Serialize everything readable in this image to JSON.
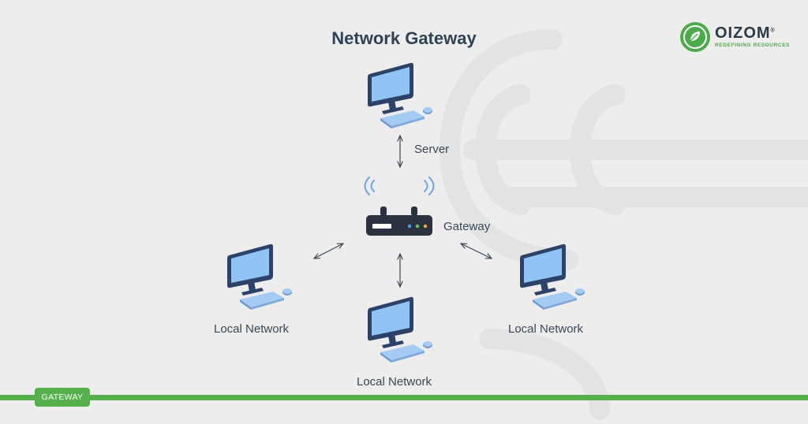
{
  "title": "Network Gateway",
  "logo": {
    "name": "OIZOM",
    "trademark": "®",
    "tagline": "REDEFINING RESOURCES",
    "icon": "oizom-leaf-icon"
  },
  "nodes": {
    "server": {
      "label": "Server",
      "icon": "computer-monitor-icon"
    },
    "gateway": {
      "label": "Gateway",
      "icon": "router-icon",
      "signal_icon": "wifi-signal-icon"
    },
    "local_left": {
      "label": "Local Network",
      "icon": "computer-monitor-icon"
    },
    "local_bottom": {
      "label": "Local Network",
      "icon": "computer-monitor-icon"
    },
    "local_right": {
      "label": "Local Network",
      "icon": "computer-monitor-icon"
    }
  },
  "footer": {
    "tag": "GATEWAY"
  },
  "colors": {
    "background": "#ededed",
    "title": "#2f4256",
    "brand_green": "#56b04e",
    "monitor_frame": "#2d4268",
    "monitor_screen": "#8fc4f5",
    "keyboard": "#a6cbf3",
    "router_body": "#2c3140",
    "arrow": "#3d4552"
  }
}
